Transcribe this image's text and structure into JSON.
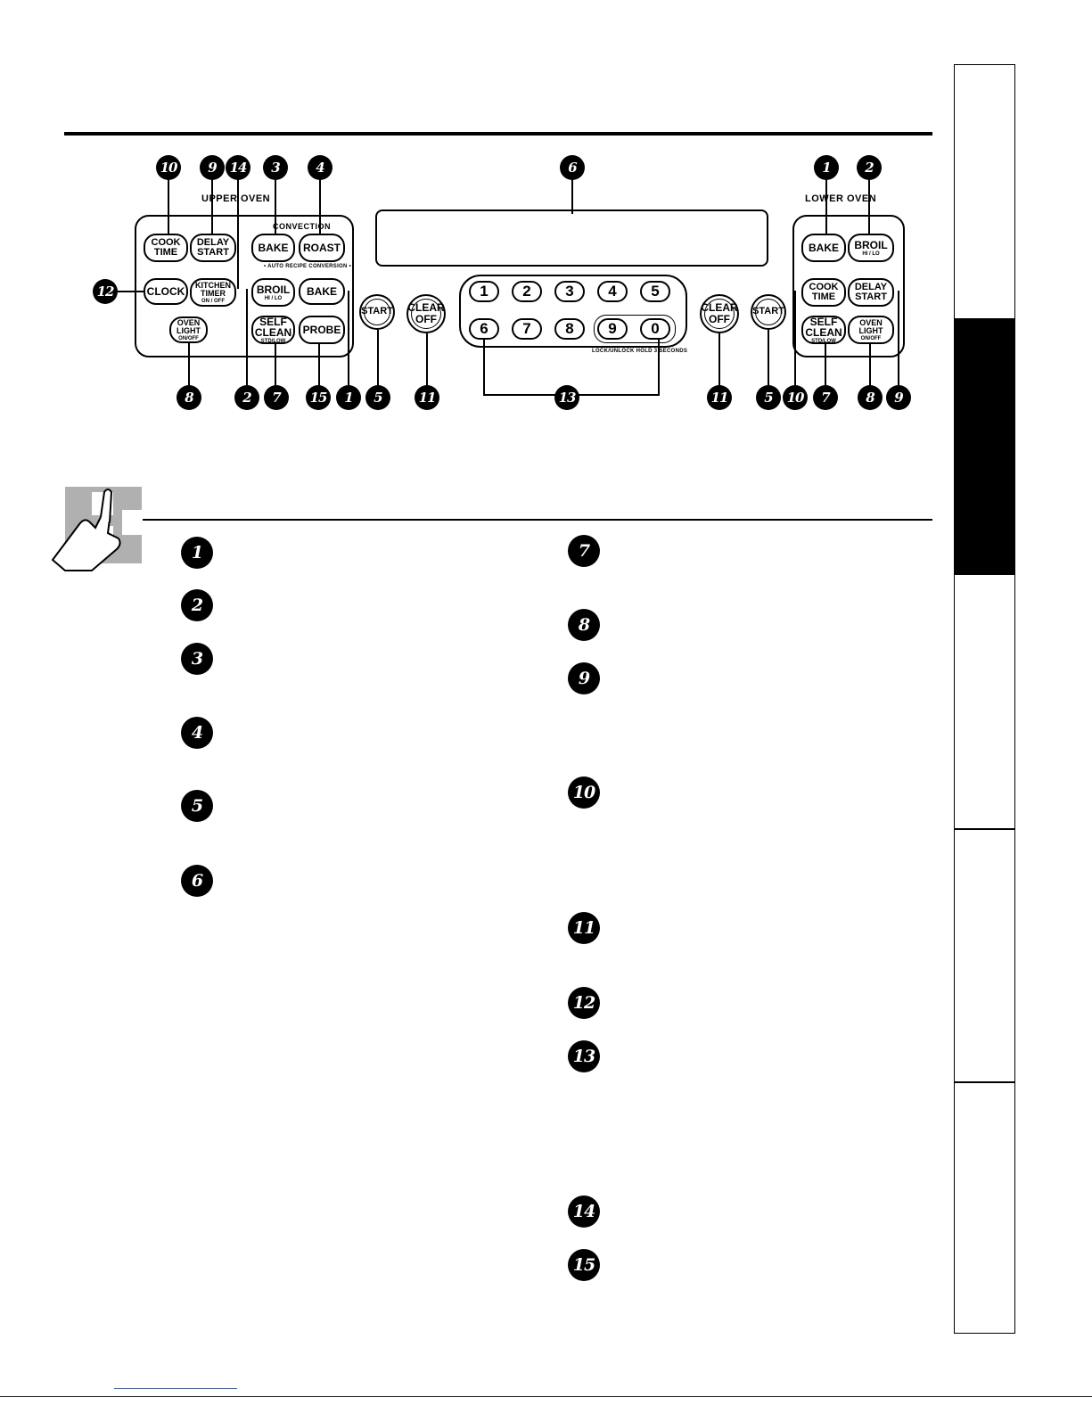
{
  "upper_oven": {
    "title": "UPPER OVEN",
    "convection_label": "CONVECTION",
    "auto_recipe_label": "• AUTO RECIPE CONVERSION •",
    "buttons": {
      "cook_time": [
        "COOK",
        "TIME"
      ],
      "delay_start": [
        "DELAY",
        "START"
      ],
      "conv_bake": "BAKE",
      "conv_roast": "ROAST",
      "clock": "CLOCK",
      "kitchen_timer": [
        "KITCHEN",
        "TIMER",
        "ON / OFF"
      ],
      "broil": [
        "BROIL",
        "HI / LO"
      ],
      "bake": "BAKE",
      "oven_light": [
        "OVEN",
        "LIGHT",
        "ON/OFF"
      ],
      "self_clean": [
        "SELF",
        "CLEAN",
        "STD/LOW"
      ],
      "probe": "PROBE"
    }
  },
  "lower_oven": {
    "title": "LOWER OVEN",
    "buttons": {
      "bake": "BAKE",
      "broil": [
        "BROIL",
        "HI / LO"
      ],
      "cook_time": [
        "COOK",
        "TIME"
      ],
      "delay_start": [
        "DELAY",
        "START"
      ],
      "self_clean": [
        "SELF",
        "CLEAN",
        "STD/LOW"
      ],
      "oven_light": [
        "OVEN",
        "LIGHT",
        "ON/OFF"
      ]
    }
  },
  "center": {
    "start": "START",
    "clear_off": [
      "CLEAR",
      "OFF"
    ],
    "keypad": [
      "1",
      "2",
      "3",
      "4",
      "5",
      "6",
      "7",
      "8",
      "9",
      "0"
    ],
    "lock_label": "LOCK/UNLOCK HOLD 3 SECONDS"
  },
  "callouts": {
    "top": [
      "10",
      "9",
      "14",
      "3",
      "4",
      "6",
      "1",
      "2"
    ],
    "left_side": "12",
    "bottom": [
      "8",
      "2",
      "7",
      "15",
      "1",
      "5",
      "11",
      "13",
      "11",
      "5",
      "10",
      "7",
      "8",
      "9"
    ]
  },
  "feature_list": {
    "left": [
      "1",
      "2",
      "3",
      "4",
      "5",
      "6"
    ],
    "right": [
      "7",
      "8",
      "9",
      "10",
      "11",
      "12",
      "13",
      "14",
      "15"
    ]
  }
}
